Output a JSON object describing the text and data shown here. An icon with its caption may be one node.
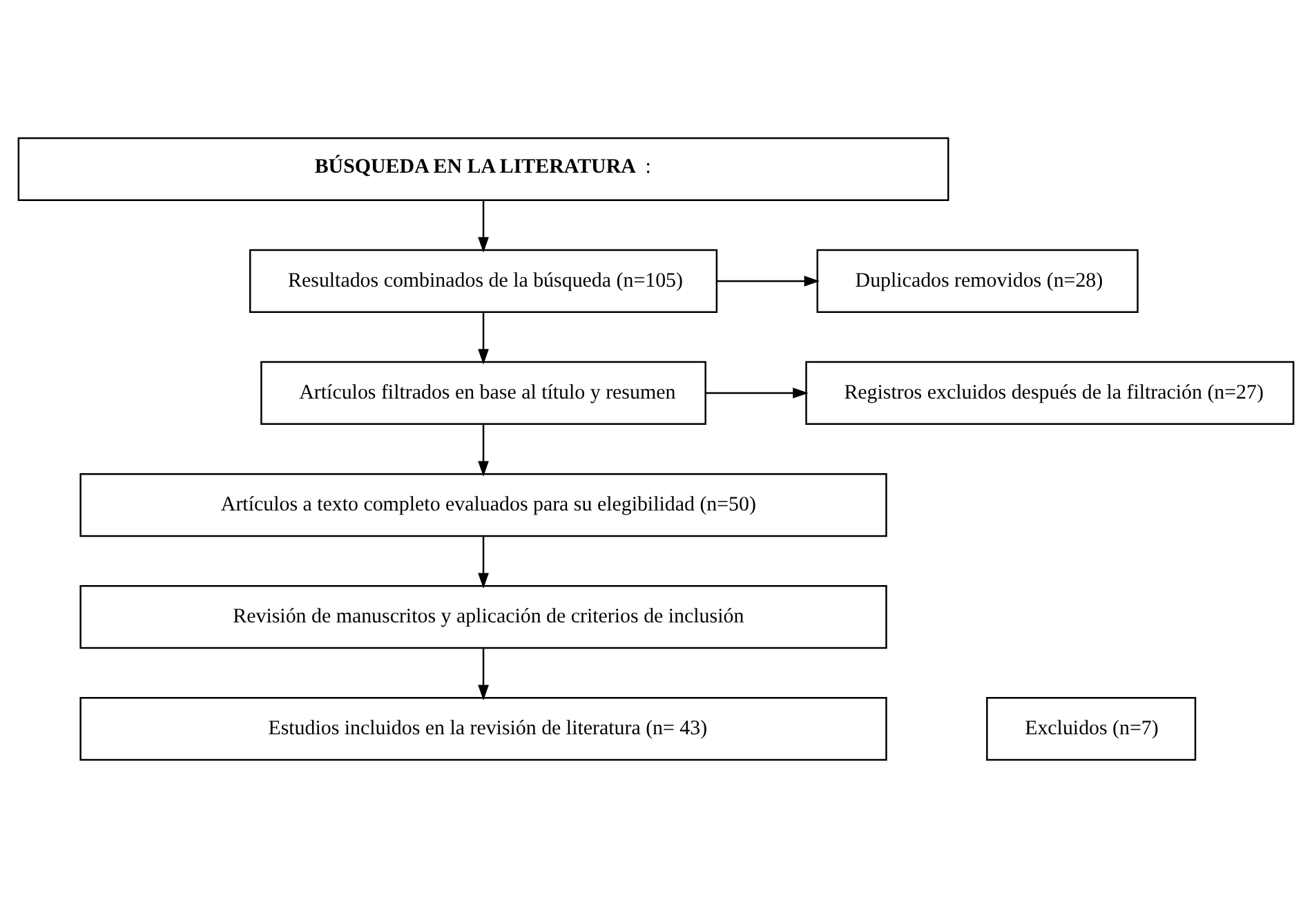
{
  "diagram": {
    "nodes": [
      {
        "text": [
          "**BÚSQUEDA EN LA LITERATURA**:"
        ]
      },
      {
        "text": [
          "Resultados combinados de la búsqueda (n=105)"
        ]
      },
      {
        "text": [
          "Duplicados removidos (n=28)"
        ]
      },
      {
        "text": [
          "Artículos filtrados en base al título y resumen"
        ]
      },
      {
        "text": [
          "Registros excluidos después de la filtración (n=27)"
        ]
      },
      {
        "text": [
          "Artículos a texto completo evaluados para su elegibilidad (n=50)"
        ]
      },
      {
        "text": [
          "Revisión de manuscritos y aplicación de criterios de inclusión"
        ]
      },
      {
        "text": [
          "Excluidos (n=7)"
        ]
      },
      {
        "text": [
          "Estudios incluidos en la revisión de literatura (n= 43)"
        ]
      }
    ],
    "edges": [
      {
        "from": 0,
        "to": 1,
        "arrow": "to"
      },
      {
        "from": 1,
        "to": 2,
        "arrow": "to"
      },
      {
        "from": 1,
        "to": 3,
        "arrow": "to"
      },
      {
        "from": 3,
        "to": 4,
        "arrow": "to"
      },
      {
        "from": 3,
        "to": 5,
        "arrow": "to"
      },
      {
        "from": 5,
        "to": 6,
        "arrow": "to"
      },
      {
        "from": 6,
        "to": 8,
        "arrow": "to"
      }
    ]
  }
}
